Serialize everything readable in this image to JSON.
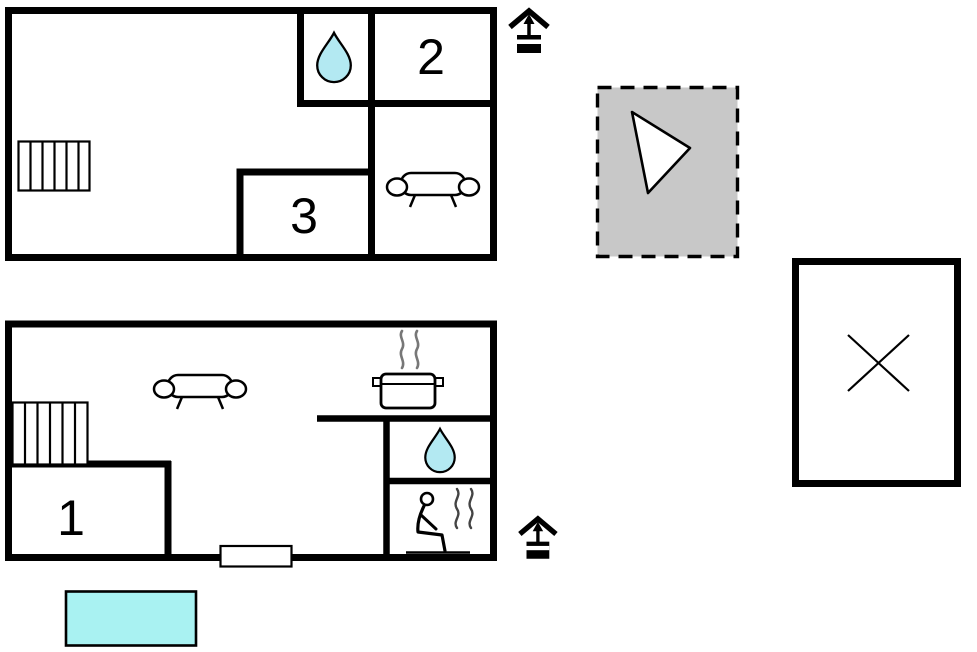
{
  "colors": {
    "wall": "#000000",
    "water_drop": "#b3e9f2",
    "pool": "#a9f2f2",
    "compass_box": "#c8c8c8"
  },
  "upper_floor": {
    "room_labels": {
      "room2": "2",
      "room3": "3"
    }
  },
  "ground_floor": {
    "room_labels": {
      "room1": "1"
    }
  },
  "icons": {
    "water_drop": "water-drop-icon",
    "sofa": "sofa-icon",
    "stairs": "stairs-icon",
    "entrance": "entrance-house-arrow-icon",
    "north_arrow": "north-arrow-icon",
    "stove": "stove-steam-icon",
    "sauna_person": "sauna-person-icon",
    "heat_waves": "heat-waves-icon",
    "terrace_cross": "terrace-cross-icon",
    "door": "door-opening",
    "pool": "pool-rect"
  }
}
